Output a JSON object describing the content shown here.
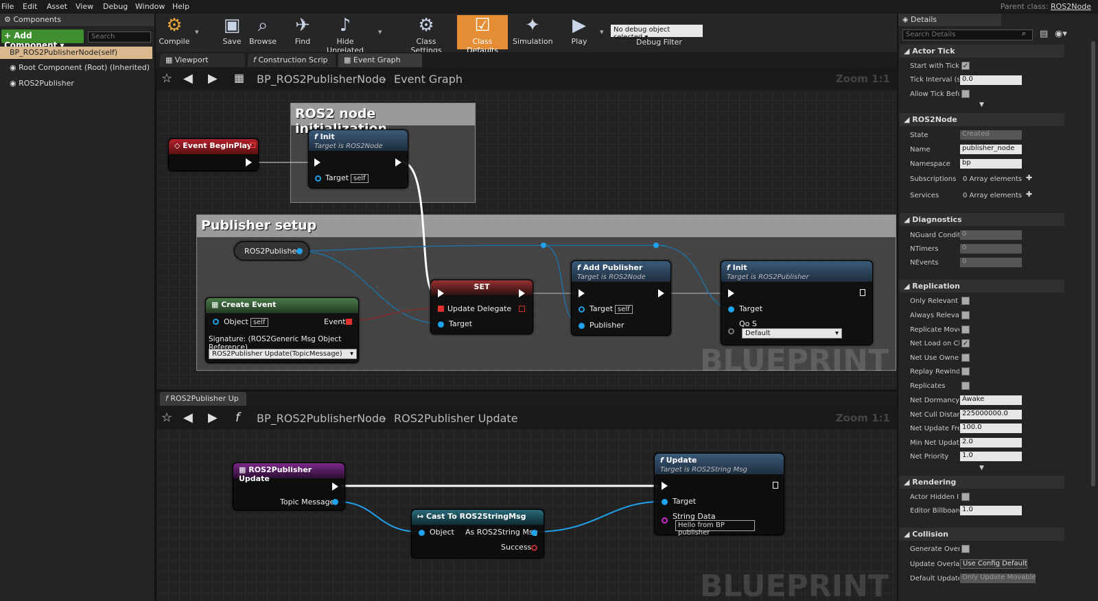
{
  "menu": [
    "File",
    "Edit",
    "Asset",
    "View",
    "Debug",
    "Window",
    "Help"
  ],
  "parent_class": {
    "label": "Parent class:",
    "value": "ROS2Node"
  },
  "components": {
    "tab": "Components",
    "add_button": "+ Add Component ▾",
    "search_placeholder": "Search",
    "self_item": "BP_ROS2PublisherNode(self)",
    "items": [
      "Root Component (Root) (Inherited)",
      "ROS2Publisher"
    ]
  },
  "toolbar": {
    "buttons": [
      "Compile",
      "Save",
      "Browse",
      "Find",
      "Hide Unrelated",
      "Class Settings",
      "Class Defaults",
      "Simulation",
      "Play"
    ],
    "debug_select": "No debug object selected ▾",
    "debug_label": "Debug Filter"
  },
  "tabs": [
    "Viewport",
    "Construction Scrip",
    "Event Graph"
  ],
  "graph1": {
    "breadcrumb_bp": "BP_ROS2PublisherNode",
    "breadcrumb_graph": "Event Graph",
    "zoom": "Zoom 1:1",
    "watermark": "BLUEPRINT",
    "comments": [
      "ROS2 node initialization",
      "Publisher setup"
    ],
    "begin_play": "Event BeginPlay",
    "init1": {
      "title": "Init",
      "sub": "Target is ROS2Node",
      "target": "Target",
      "self": "self"
    },
    "var_publisher": "ROS2Publisher",
    "create_event": {
      "title": "Create Event",
      "object": "Object",
      "self": "self",
      "event": "Event",
      "signature": "Signature: (ROS2Generic Msg Object Reference)",
      "select": "ROS2Publisher Update(TopicMessage)"
    },
    "set": {
      "title": "SET",
      "update": "Update Delegate",
      "target": "Target"
    },
    "add_pub": {
      "title": "Add Publisher",
      "sub": "Target is ROS2Node",
      "target": "Target",
      "self": "self",
      "publisher": "Publisher"
    },
    "init2": {
      "title": "Init",
      "sub": "Target is ROS2Publisher",
      "target": "Target",
      "qos": "Qo S",
      "qos_value": "Default"
    }
  },
  "graph2": {
    "tab": "ROS2Publisher Up",
    "breadcrumb_bp": "BP_ROS2PublisherNode",
    "breadcrumb_graph": "ROS2Publisher Update",
    "zoom": "Zoom 1:1",
    "watermark": "BLUEPRINT",
    "event": {
      "title": "ROS2Publisher Update",
      "topic": "Topic Message"
    },
    "cast": {
      "title": "Cast To ROS2StringMsg",
      "object": "Object",
      "as": "As ROS2String Msg",
      "success": "Success"
    },
    "update": {
      "title": "Update",
      "sub": "Target is ROS2String Msg",
      "target": "Target",
      "string": "String Data",
      "string_value": "Hello from BP publisher"
    }
  },
  "details": {
    "tab": "Details",
    "search_placeholder": "Search Details",
    "actor_tick": {
      "title": "Actor Tick",
      "start": "Start with Tick E",
      "interval": "Tick Interval (se",
      "interval_val": "0.0",
      "allow": "Allow Tick Befor"
    },
    "ros2node": {
      "title": "ROS2Node",
      "state": "State",
      "state_val": "Created",
      "name": "Name",
      "name_val": "publisher_node",
      "ns": "Namespace",
      "ns_val": "bp",
      "subs": "Subscriptions",
      "subs_val": "0 Array elements",
      "services": "Services",
      "services_val": "0 Array elements"
    },
    "diag": {
      "title": "Diagnostics",
      "nguard": "NGuard Conditio",
      "nguard_val": "0",
      "ntimers": "NTimers",
      "ntimers_val": "0",
      "nevents": "NEvents",
      "nevents_val": "0"
    },
    "repl": {
      "title": "Replication",
      "r1": "Only Relevant to",
      "r2": "Always Relevant",
      "r3": "Replicate Mover",
      "r4": "Net Load on Clie",
      "r5": "Net Use Owner R",
      "r6": "Replay Rewindab",
      "r7": "Replicates",
      "dorm": "Net Dormancy",
      "dorm_val": "Awake",
      "cull": "Net Cull Distanc",
      "cull_val": "225000000.0",
      "freq": "Net Update Freq",
      "freq_val": "100.0",
      "minf": "Min Net Update",
      "minf_val": "2.0",
      "prio": "Net Priority",
      "prio_val": "1.0"
    },
    "rend": {
      "title": "Rendering",
      "hidden": "Actor Hidden In",
      "billboard": "Editor Billboard S",
      "billboard_val": "1.0"
    },
    "coll": {
      "title": "Collision",
      "gen": "Generate Overla",
      "upd": "Update Overlaps",
      "upd_val": "Use Config Default ▾",
      "def": "Default Update C",
      "def_val": "Only Update Movable ▾"
    }
  }
}
